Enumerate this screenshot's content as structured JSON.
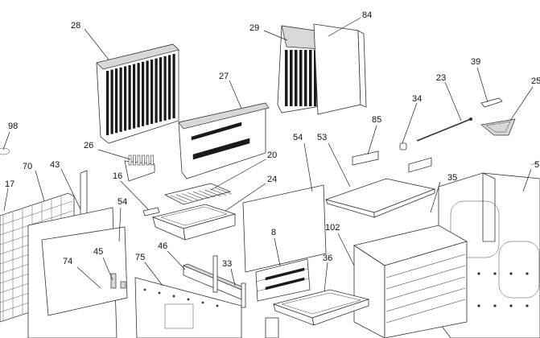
{
  "diagram": {
    "type": "exploded parts diagram",
    "callouts": [
      "28",
      "29",
      "84",
      "39",
      "23",
      "25",
      "34",
      "27",
      "98",
      "26",
      "85",
      "54",
      "53",
      "20",
      "16",
      "24",
      "35",
      "70",
      "43",
      "17",
      "54",
      "74",
      "45",
      "46",
      "75",
      "33",
      "8",
      "102",
      "36",
      "5"
    ]
  },
  "labels": {
    "l28": "28",
    "l29": "29",
    "l84": "84",
    "l39": "39",
    "l23": "23",
    "l25": "25",
    "l34": "34",
    "l27": "27",
    "l98": "98",
    "l26": "26",
    "l85": "85",
    "l54a": "54",
    "l53": "53",
    "l20": "20",
    "l16": "16",
    "l24": "24",
    "l35": "35",
    "l70": "70",
    "l43": "43",
    "l17": "17",
    "l54b": "54",
    "l74": "74",
    "l45": "45",
    "l46": "46",
    "l75": "75",
    "l33": "33",
    "l8": "8",
    "l102": "102",
    "l36": "36",
    "l5": "5"
  }
}
